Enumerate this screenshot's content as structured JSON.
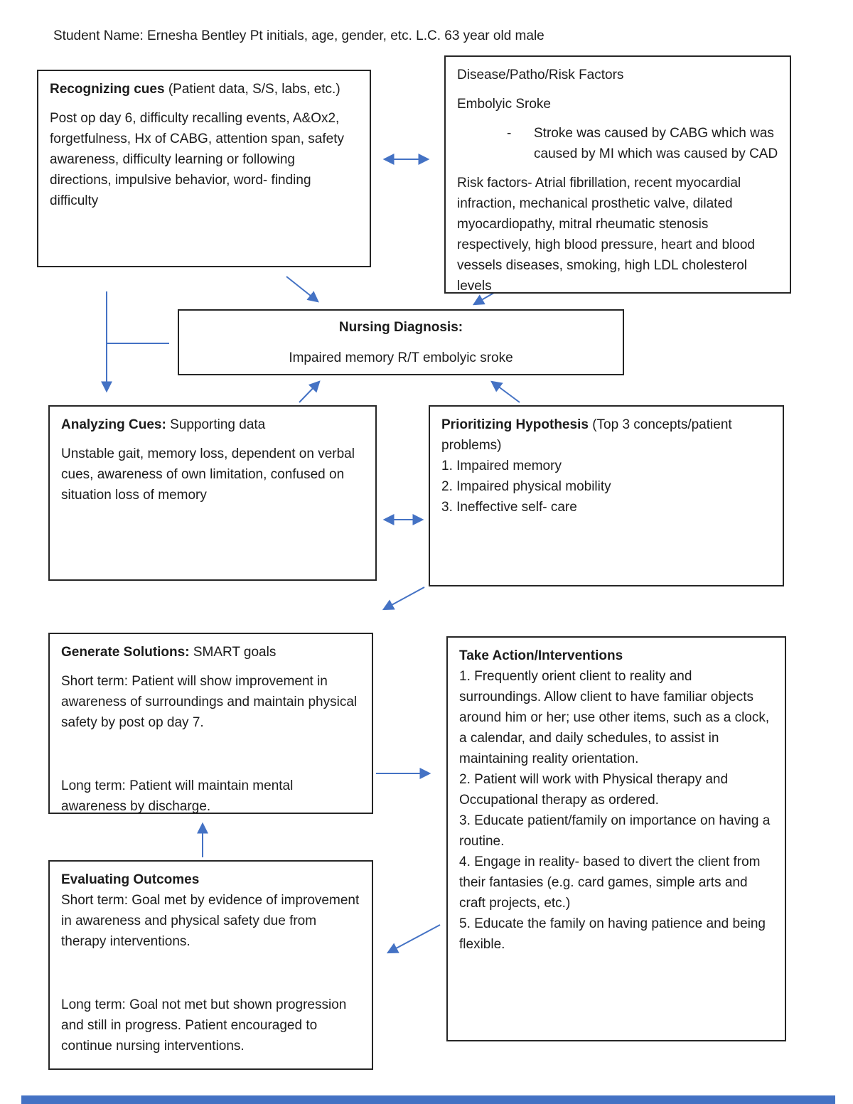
{
  "page": {
    "student_line": "Student Name: Ernesha Bentley Pt initials, age, gender, etc. L.C. 63 year old male"
  },
  "colors": {
    "arrow_blue": "#4472C4",
    "box_border": "#262626",
    "text": "#1c1c1c"
  },
  "boxes": {
    "recognizing_cues": {
      "title_bold": "Recognizing cues ",
      "title_rest": "(Patient data, S/S, labs, etc.)",
      "body": "Post op day 6, difficulty recalling events, A&Ox2, forgetfulness, Hx of CABG, attention span, safety awareness, difficulty learning or following directions, impulsive behavior, word- finding difficulty"
    },
    "disease": {
      "title": "Disease/Patho/Risk Factors",
      "subtitle": "Embolyic Sroke",
      "bullet_dash": "-",
      "bullet": "Stroke was caused by CABG which was caused by MI which was caused by CAD",
      "risk_factors": "Risk factors- Atrial fibrillation, recent myocardial infraction, mechanical prosthetic valve, dilated myocardiopathy, mitral rheumatic stenosis respectively, high blood pressure, heart and blood vessels diseases, smoking, high LDL cholesterol levels"
    },
    "nursing_diagnosis": {
      "title": "Nursing Diagnosis:",
      "body": "Impaired memory R/T embolyic sroke"
    },
    "analyzing_cues": {
      "title_bold": "Analyzing Cues: ",
      "title_rest": "Supporting data",
      "body": "Unstable gait, memory loss, dependent on verbal cues, awareness of own limitation, confused on situation loss of memory"
    },
    "prioritizing": {
      "title_bold": "Prioritizing Hypothesis ",
      "title_rest": "(Top 3 concepts/patient problems)",
      "items": [
        "1. Impaired memory",
        "2.  Impaired physical mobility",
        "3.  Ineffective self- care"
      ]
    },
    "generate_solutions": {
      "title_bold": "Generate Solutions: ",
      "title_rest": "SMART goals",
      "short_term": "Short term: Patient will show improvement in awareness of surroundings and maintain physical safety by post op day 7.",
      "long_term": "Long term: Patient will maintain mental awareness by discharge."
    },
    "take_action": {
      "title": "Take Action/Interventions",
      "items": [
        "1.  Frequently orient client to reality and surroundings. Allow client to have familiar objects around him or her; use other items, such as a clock, a calendar, and daily schedules, to assist in maintaining reality orientation.",
        "2.  Patient will work with Physical therapy and Occupational therapy as ordered.",
        "3.  Educate patient/family on importance on having a routine.",
        "4. Engage in reality- based to divert the client from their fantasies (e.g. card games, simple arts and craft projects, etc.)",
        "5. Educate the family on having patience and being flexible."
      ]
    },
    "evaluating": {
      "title": "Evaluating Outcomes",
      "short_term": "Short term: Goal met by evidence of improvement in awareness and physical safety due from therapy interventions.",
      "long_term": "Long term: Goal not met but shown progression and still in progress. Patient encouraged to continue nursing interventions."
    }
  }
}
